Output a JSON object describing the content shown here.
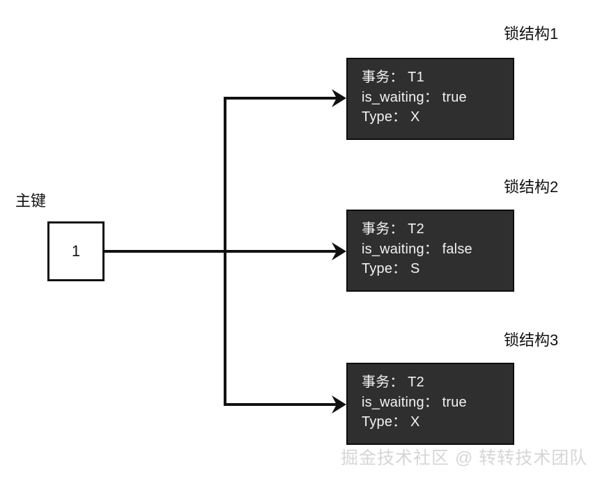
{
  "diagram": {
    "title_alt": "InnoDB lock structures for one primary key record",
    "colors": {
      "background": "#ffffff",
      "stroke": "#111111",
      "box_fill": "#2f2f2f",
      "box_border": "#0d0d0d",
      "box_text": "#f2f2f2",
      "watermark": "#d6d6d6"
    }
  },
  "primary_key": {
    "label": "主键",
    "value": "1"
  },
  "lock_structures": [
    {
      "title": "锁结构1",
      "fields": [
        {
          "key": "事务",
          "sep": "：",
          "value": "T1"
        },
        {
          "key": "is_waiting",
          "sep": "：",
          "value": "true"
        },
        {
          "key": "Type",
          "sep": "：",
          "value": "X"
        }
      ]
    },
    {
      "title": "锁结构2",
      "fields": [
        {
          "key": "事务",
          "sep": "：",
          "value": "T2"
        },
        {
          "key": "is_waiting",
          "sep": "：",
          "value": "false"
        },
        {
          "key": "Type",
          "sep": "：",
          "value": "S"
        }
      ]
    },
    {
      "title": "锁结构3",
      "fields": [
        {
          "key": "事务",
          "sep": "：",
          "value": "T2"
        },
        {
          "key": "is_waiting",
          "sep": "：",
          "value": "true"
        },
        {
          "key": "Type",
          "sep": "：",
          "value": "X"
        }
      ]
    }
  ],
  "watermark": {
    "text": "掘金技术社区 @ 转转技术团队"
  }
}
